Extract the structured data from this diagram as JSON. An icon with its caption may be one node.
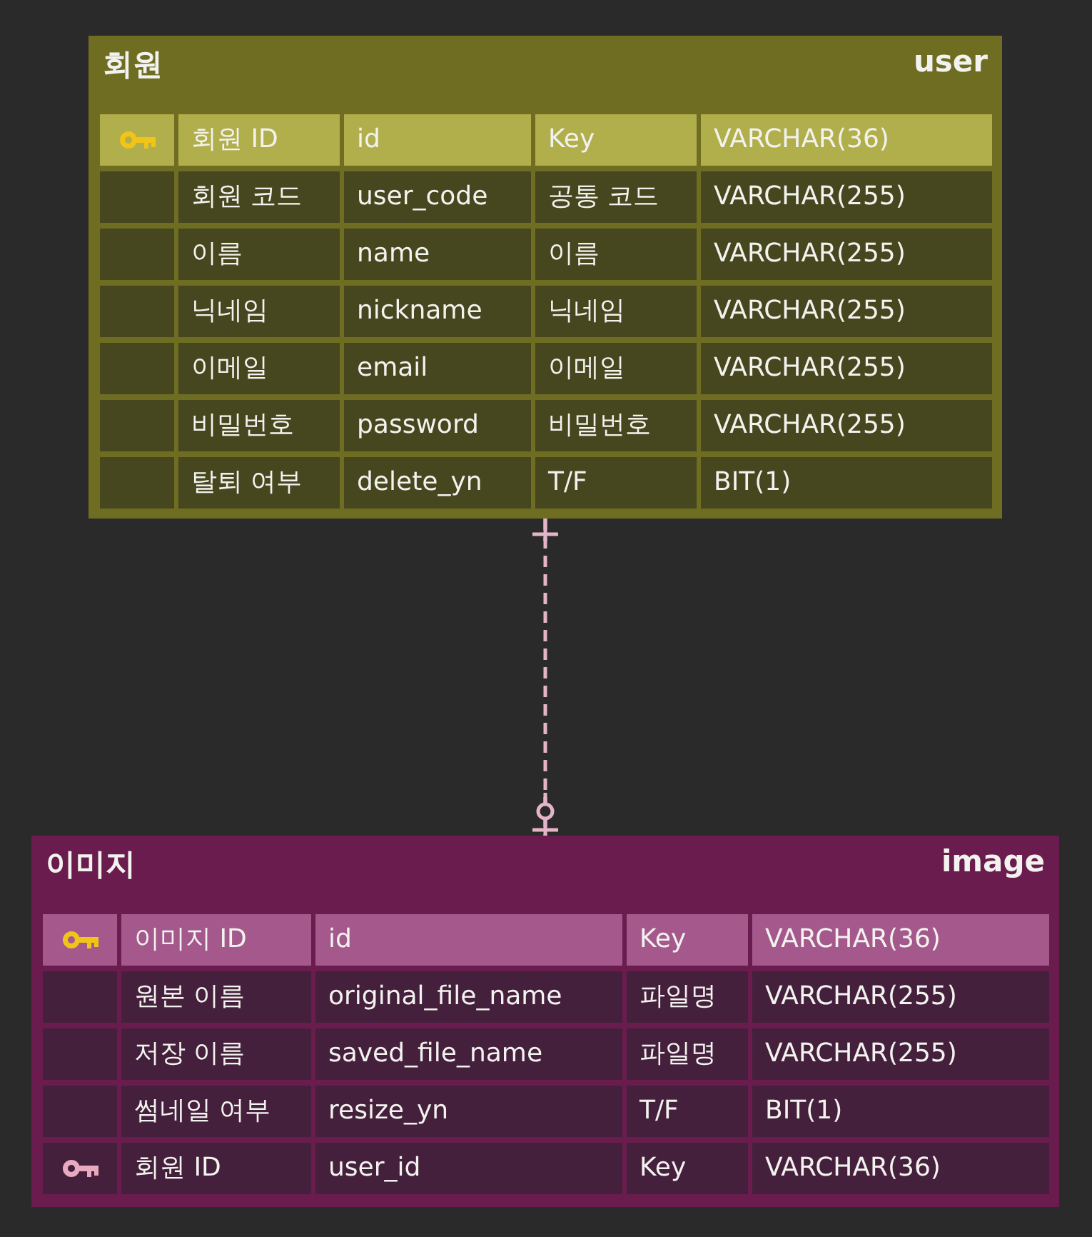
{
  "diagram": {
    "nodes": [
      {
        "text": [
          "회원",
          "user"
        ]
      },
      {
        "text": [
          "회원 ID",
          "id",
          "Key",
          "VARCHAR(36)"
        ],
        "in": 0
      },
      {
        "text": [
          "회원 코드",
          "user_code",
          "공통 코드",
          "VARCHAR(255)"
        ],
        "in": 0
      },
      {
        "text": [
          "이름",
          "name",
          "이름",
          "VARCHAR(255)"
        ],
        "in": 0
      },
      {
        "text": [
          "닉네임",
          "nickname",
          "닉네임",
          "VARCHAR(255)"
        ],
        "in": 0
      },
      {
        "text": [
          "이메일",
          "email",
          "이메일",
          "VARCHAR(255)"
        ],
        "in": 0
      },
      {
        "text": [
          "비밀번호",
          "password",
          "비밀번호",
          "VARCHAR(255)"
        ],
        "in": 0
      },
      {
        "text": [
          "탈퇴 여부",
          "delete_yn",
          "T/F",
          "BIT(1)"
        ],
        "in": 0
      },
      {
        "text": [
          "이미지",
          "image"
        ]
      },
      {
        "text": [
          "이미지 ID",
          "id",
          "Key",
          "VARCHAR(36)"
        ],
        "in": 8
      },
      {
        "text": [
          "원본 이름",
          "original_file_name",
          "파일명",
          "VARCHAR(255)"
        ],
        "in": 8
      },
      {
        "text": [
          "저장 이름",
          "saved_file_name",
          "파일명",
          "VARCHAR(255)"
        ],
        "in": 8
      },
      {
        "text": [
          "썸네일 여부",
          "resize_yn",
          "T/F",
          "BIT(1)"
        ],
        "in": 8
      },
      {
        "text": [
          "회원 ID",
          "user_id",
          "Key",
          "VARCHAR(36)"
        ],
        "in": 8
      }
    ],
    "edges": [
      {
        "from": 0,
        "to": 8,
        "arrow": "other",
        "style": "dashed"
      }
    ]
  }
}
